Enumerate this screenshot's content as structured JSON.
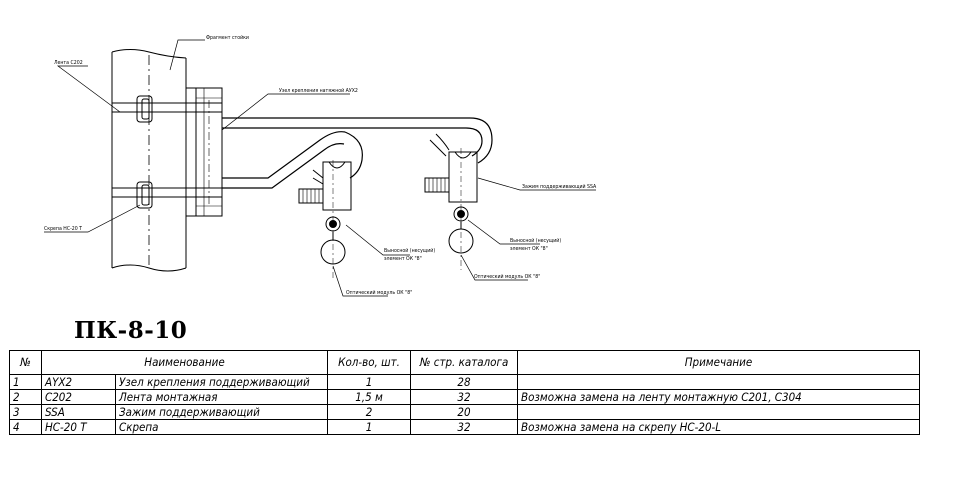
{
  "drawing": {
    "labels": {
      "rack_fragment": "Фрагмент стойки",
      "tape": "Лента С202",
      "tension_node": "Узел крепления натяжной АУХ2",
      "clip": "Скрепа НС-20 Т",
      "support_clamp": "Зажим поддерживающий SSA",
      "carrier_left_1": "Выносной (несущий)",
      "carrier_left_2": "элемент ОК \"8\"",
      "carrier_right_1": "Выносной (несущий)",
      "carrier_right_2": "элемент ОК \"8\"",
      "optical_left": "Оптический модуль ОК \"8\"",
      "optical_right": "Оптический модуль ОК \"8\""
    }
  },
  "title": "ПК-8-10",
  "table": {
    "headers": [
      "№",
      "Наименование",
      "Кол-во, шт.",
      "№ стр. каталога",
      "Примечание"
    ],
    "rows": [
      {
        "num": "1",
        "code": "AYX2",
        "name": "Узел крепления поддерживающий",
        "qty": "1",
        "page": "28",
        "note": ""
      },
      {
        "num": "2",
        "code": "C202",
        "name": "Лента монтажная",
        "qty": "1,5 м",
        "page": "32",
        "note": "Возможна замена на ленту монтажную С201, С304"
      },
      {
        "num": "3",
        "code": "SSA",
        "name": "Зажим поддерживающий",
        "qty": "2",
        "page": "20",
        "note": ""
      },
      {
        "num": "4",
        "code": "HC-20 T",
        "name": "Скрепа",
        "qty": "1",
        "page": "32",
        "note": "Возможна замена  на скрепу НС-20-L"
      }
    ]
  }
}
